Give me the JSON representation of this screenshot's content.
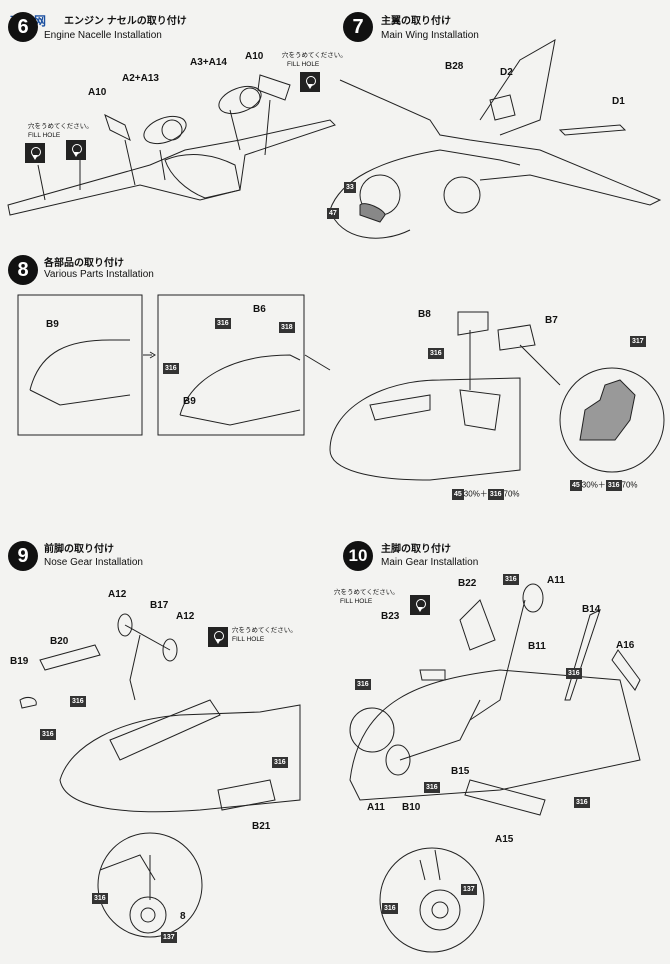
{
  "logo": "高飞网",
  "step6": {
    "number": "6",
    "title_jp": "エンジン ナセルの取り付け",
    "title_en": "Engine Nacelle Installation",
    "parts": [
      "A3+A14",
      "A10",
      "A2+A13",
      "A10"
    ],
    "note_jp": "穴をうめてください。",
    "note_en": "FILL HOLE"
  },
  "step7": {
    "number": "7",
    "title_jp": "主翼の取り付け",
    "title_en": "Main Wing Installation",
    "parts": [
      "B28",
      "D2",
      "D1"
    ],
    "paints": [
      "33",
      "47"
    ]
  },
  "step8": {
    "number": "8",
    "title_jp": "各部品の取り付け",
    "title_en": "Various Parts Installation",
    "parts": [
      "B9",
      "B6",
      "B9",
      "B8",
      "B7"
    ],
    "paints": [
      "316",
      "318",
      "316",
      "316",
      "317"
    ],
    "mix": {
      "a": "45",
      "a_pct": "30%＋",
      "b": "316",
      "b_pct": "70%"
    }
  },
  "step9": {
    "number": "9",
    "title_jp": "前脚の取り付け",
    "title_en": "Nose Gear Installation",
    "parts": [
      "A12",
      "B17",
      "A12",
      "B20",
      "B19",
      "B21",
      "8"
    ],
    "paints": [
      "316",
      "316",
      "316",
      "316",
      "137"
    ],
    "note_jp": "穴をうめてください。",
    "note_en": "FILL HOLE"
  },
  "step10": {
    "number": "10",
    "title_jp": "主脚の取り付け",
    "title_en": "Main Gear Installation",
    "parts": [
      "B22",
      "A11",
      "B14",
      "B23",
      "B11",
      "A16",
      "B15",
      "A11",
      "B10",
      "A15"
    ],
    "paints": [
      "316",
      "316",
      "316",
      "316",
      "316",
      "316",
      "137"
    ],
    "note_jp": "穴をうめてください。",
    "note_en": "FILL HOLE"
  }
}
